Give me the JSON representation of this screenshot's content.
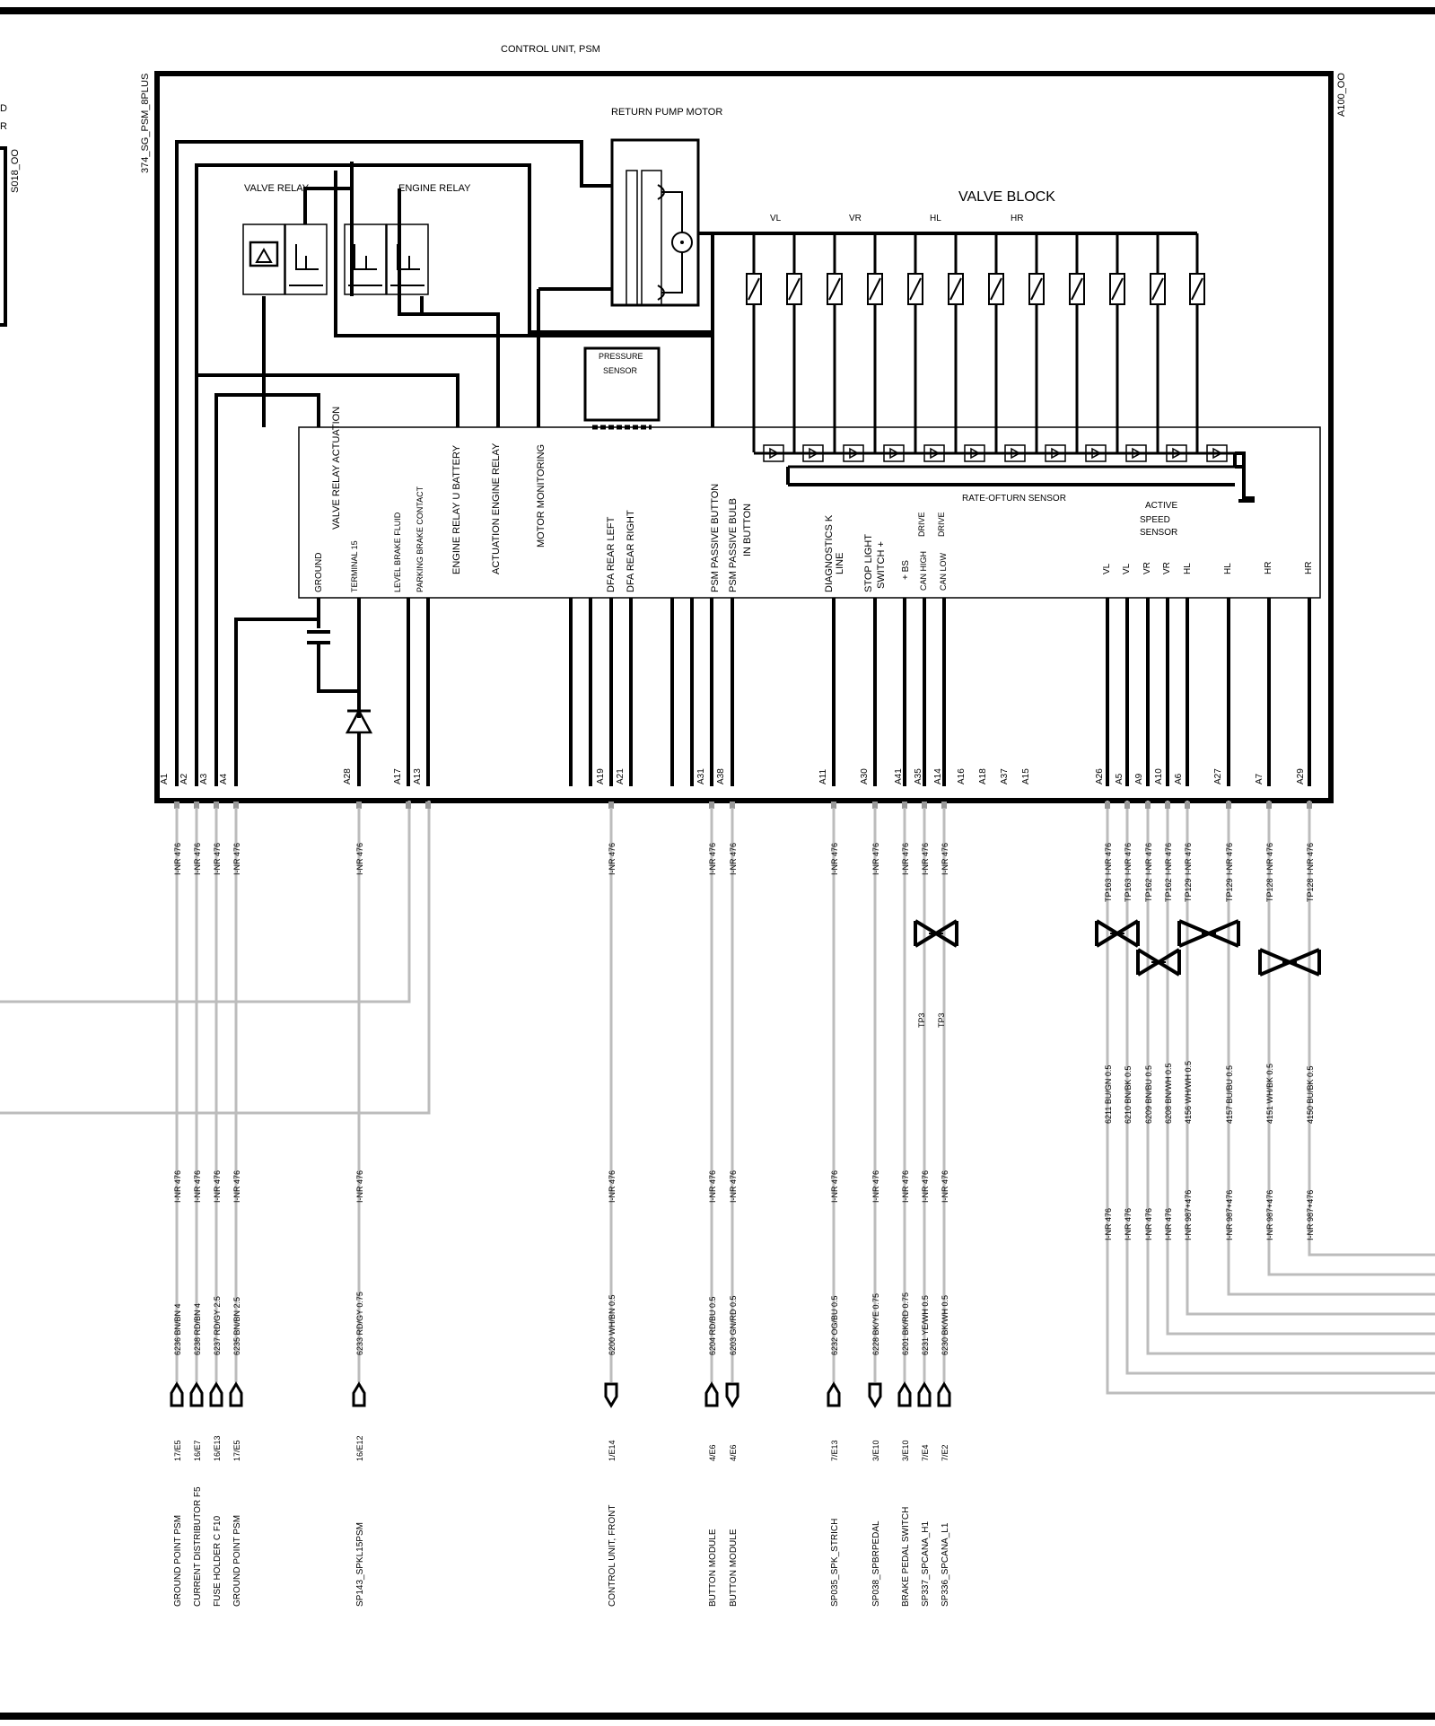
{
  "titles": {
    "control_unit": "CONTROL UNIT, PSM",
    "unit_code": "374_SG_PSM_8PLUS",
    "unit_ref": "A100_OO",
    "left_partial_ref": "S018_OO",
    "left_partial_letter_1": "D",
    "left_partial_letter_2": "R"
  },
  "components": {
    "return_pump_motor": "RETURN PUMP MOTOR",
    "valve_relay": "VALVE RELAY",
    "engine_relay": "ENGINE RELAY",
    "valve_block": "VALVE BLOCK",
    "pressure_sensor_1": "PRESSURE",
    "pressure_sensor_2": "SENSOR",
    "rate_of_turn_sensor": "RATE-OFTURN SENSOR",
    "active_speed_sensor_1": "ACTIVE",
    "active_speed_sensor_2": "SPEED",
    "active_speed_sensor_3": "SENSOR"
  },
  "valve_block_groups": [
    "VL",
    "VR",
    "HL",
    "HR"
  ],
  "internal_functions": [
    {
      "id": "ground",
      "text": "GROUND"
    },
    {
      "id": "valve-relay-actuation",
      "text": "VALVE RELAY  ACTUATION"
    },
    {
      "id": "terminal-15",
      "text": "TERMINAL 15"
    },
    {
      "id": "level-brake-fluid",
      "text": "LEVEL BRAKE FLUID"
    },
    {
      "id": "parking-brake-contact",
      "text": "PARKING BRAKE CONTACT"
    },
    {
      "id": "engine-relay-u-battery",
      "text": "ENGINE RELAY  U BATTERY"
    },
    {
      "id": "actuation-engine-relay",
      "text": "ACTUATION ENGINE RELAY"
    },
    {
      "id": "motor-monitoring",
      "text": "MOTOR MONITORING"
    },
    {
      "id": "dfa-rear-left",
      "text": "DFA REAR LEFT"
    },
    {
      "id": "dfa-rear-right",
      "text": "DFA REAR RIGHT"
    },
    {
      "id": "psm-passive-button",
      "text": "PSM  PASSIVE  BUTTON"
    },
    {
      "id": "psm-passive-bulb",
      "text": "PSM  PASSIVE  BULB"
    },
    {
      "id": "in-button",
      "text": "IN  BUTTON"
    },
    {
      "id": "diagnostics-k",
      "text": "DIAGNOSTICS K"
    },
    {
      "id": "line",
      "text": "LINE"
    },
    {
      "id": "stop-light",
      "text": "STOP LIGHT"
    },
    {
      "id": "switch-plus",
      "text": "SWITCH +"
    },
    {
      "id": "plus-bs",
      "text": "+ BS"
    },
    {
      "id": "can-high",
      "text": "CAN HIGH"
    },
    {
      "id": "drive-1",
      "text": "DRIVE"
    },
    {
      "id": "can-low",
      "text": "CAN LOW"
    },
    {
      "id": "drive-2",
      "text": "DRIVE"
    }
  ],
  "speed_sensor_labels": [
    "VL",
    "VL",
    "VR",
    "VR",
    "HL",
    "HL",
    "HR",
    "HR"
  ],
  "pins": [
    {
      "id": "A1",
      "text": "A1"
    },
    {
      "id": "A2",
      "text": "A2"
    },
    {
      "id": "A3",
      "text": "A3"
    },
    {
      "id": "A4",
      "text": "A4"
    },
    {
      "id": "A28",
      "text": "A28"
    },
    {
      "id": "A17",
      "text": "A17"
    },
    {
      "id": "A13",
      "text": "A13"
    },
    {
      "id": "A19",
      "text": "A19"
    },
    {
      "id": "A21",
      "text": "A21"
    },
    {
      "id": "A31",
      "text": "A31"
    },
    {
      "id": "A38",
      "text": "A38"
    },
    {
      "id": "A11",
      "text": "A11"
    },
    {
      "id": "A30",
      "text": "A30"
    },
    {
      "id": "A41",
      "text": "A41"
    },
    {
      "id": "A35",
      "text": "A35"
    },
    {
      "id": "A14",
      "text": "A14"
    },
    {
      "id": "A16",
      "text": "A16"
    },
    {
      "id": "A18",
      "text": "A18"
    },
    {
      "id": "A37",
      "text": "A37"
    },
    {
      "id": "A15",
      "text": "A15"
    },
    {
      "id": "A26",
      "text": "A26"
    },
    {
      "id": "A5",
      "text": "A5"
    },
    {
      "id": "A9",
      "text": "A9"
    },
    {
      "id": "A10",
      "text": "A10"
    },
    {
      "id": "A6",
      "text": "A6"
    },
    {
      "id": "A27",
      "text": "A27"
    },
    {
      "id": "A7",
      "text": "A7"
    },
    {
      "id": "A29",
      "text": "A29"
    }
  ],
  "harness_top": [
    "I-NR 476"
  ],
  "tp_labels": [
    "TP163",
    "TP163",
    "TP162",
    "TP162",
    "TP129",
    "TP129",
    "TP128",
    "TP128",
    "TP3",
    "TP3"
  ],
  "speed_wires": [
    "6211 BU/GN 0.5",
    "6210 BN/BK 0.5",
    "6209 BN/BU 0.5",
    "6208 BN/WH 0.5",
    "4156 WH/WH 0.5",
    "4157 BU/BU 0.5",
    "4151 WH/BK 0.5",
    "4150 BU/BK 0.5"
  ],
  "harness_lower_left": "I-NR 476",
  "harness_lower_right": [
    "I-NR 476",
    "I-NR 476",
    "I-NR 476",
    "I-NR 476",
    "I-NR 987+476",
    "I-NR 987+476",
    "I-NR 987+476",
    "I-NR 987+476"
  ],
  "wires": [
    "6236 BN/BN 4",
    "6238 RD/BN 4",
    "6237 RD/GY 2.5",
    "6235 BN/BN 2.5",
    "6233 RD/GY 0.75",
    "6200 WH/BN 0.5",
    "6204 RD/BU 0.5",
    "6203 GN/RD 0.5",
    "6232 OG/BU 0.5",
    "6228 BK/YE 0.75",
    "6201 BK/RD 0.75",
    "6231 YE/WH 0.5",
    "6230 BK/WH 0.5"
  ],
  "grid_refs": [
    "17/E5",
    "16/E7",
    "16/E13",
    "17/E5",
    "16/E12",
    "1/E14",
    "4/E6",
    "4/E6",
    "7/E13",
    "3/E10",
    "3/E10",
    "7/E4",
    "7/E2"
  ],
  "destinations": [
    "GROUND POINT   PSM",
    "CURRENT DISTRIBUTOR F5",
    "FUSE HOLDER C    F10",
    "GROUND POINT   PSM",
    "SP143_SPKL15PSM",
    "CONTROL UNIT, FRONT",
    "BUTTON  MODULE",
    "BUTTON  MODULE",
    "SP035_SPK_STRICH",
    "SP038_SPBRPEDAL",
    "BRAKE PEDAL      SWITCH",
    "SP337_SPCANA_H1",
    "SP336_SPCANA_L1"
  ]
}
